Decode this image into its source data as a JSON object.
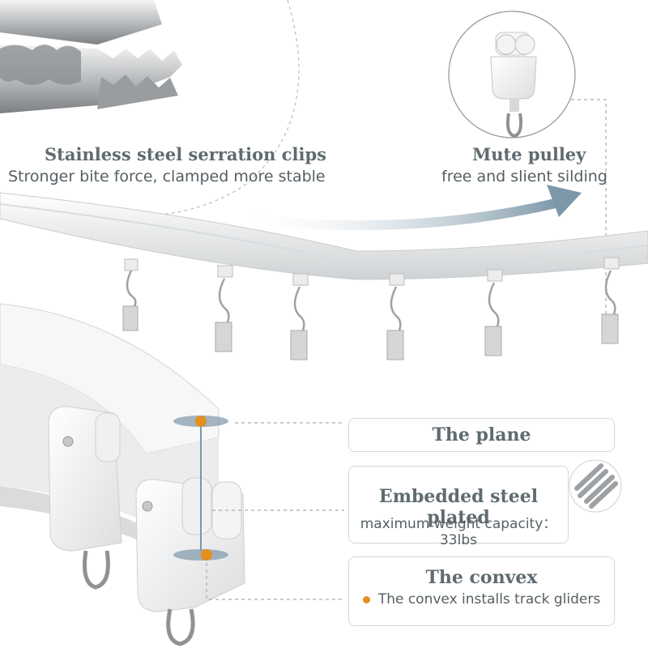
{
  "features": {
    "clips": {
      "title": "Stainless steel serration clips",
      "subtitle": "Stronger bite force, clamped more stable"
    },
    "pulley": {
      "title": "Mute pulley",
      "subtitle": "free and slient silding"
    }
  },
  "callouts": {
    "plane": {
      "title": "The plane"
    },
    "steel": {
      "title": "Embedded steel plated",
      "subtitle": "maximum weight capacity：33lbs"
    },
    "convex": {
      "title": "The convex",
      "subtitle": "The convex installs track gliders"
    }
  },
  "colors": {
    "accent_orange": "#e58f1c",
    "arrow_blue": "#7c97a8",
    "text_grey": "#5f6b70"
  }
}
